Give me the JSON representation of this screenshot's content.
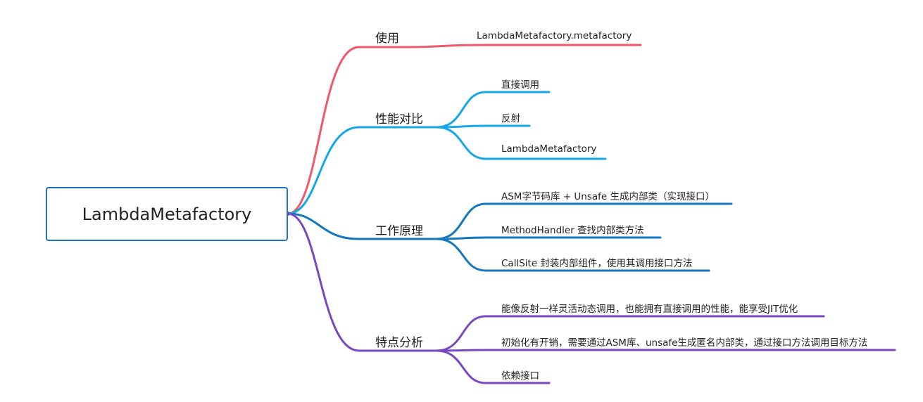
{
  "root": {
    "label": "LambdaMetafactory"
  },
  "branches": [
    {
      "label": "使用",
      "color": "#ee5a6a",
      "children": [
        "LambdaMetafactory.metafactory"
      ]
    },
    {
      "label": "性能对比",
      "color": "#16a8e6",
      "children": [
        "直接调用",
        "反射",
        "LambdaMetafactory"
      ]
    },
    {
      "label": "工作原理",
      "color": "#1577bd",
      "children": [
        "ASM字节码库 + Unsafe 生成内部类（实现接口）",
        "MethodHandler 查找内部类方法",
        "CallSite 封装内部组件，使用其调用接口方法"
      ]
    },
    {
      "label": "特点分析",
      "color": "#7a47c2",
      "children": [
        "能像反射一样灵活动态调用，也能拥有直接调用的性能，能享受JIT优化",
        "初始化有开销，需要通过ASM库、unsafe生成匿名内部类，通过接口方法调用目标方法",
        "依赖接口"
      ]
    }
  ]
}
